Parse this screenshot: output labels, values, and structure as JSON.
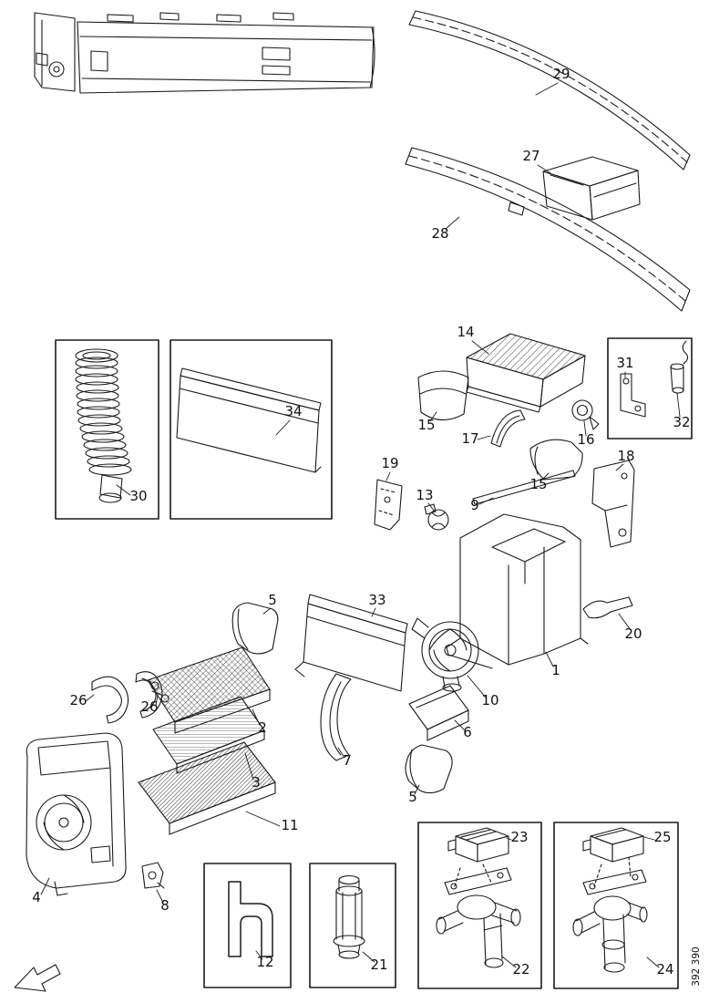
{
  "figure": {
    "ref_number": "392 390"
  },
  "callouts": {
    "c29": "29",
    "c27": "27",
    "c28": "28",
    "c14": "14",
    "c31": "31",
    "c32": "32",
    "c34": "34",
    "c30": "30",
    "c15a": "15",
    "c17": "17",
    "c16": "16",
    "c18": "18",
    "c19": "19",
    "c13": "13",
    "c15b": "15",
    "c9": "9",
    "c5a": "5",
    "c33": "33",
    "c20": "20",
    "c1": "1",
    "c10": "10",
    "c26a": "26",
    "c26b": "26",
    "c2": "2",
    "c6": "6",
    "c7": "7",
    "c3": "3",
    "c5b": "5",
    "c11": "11",
    "c4": "4",
    "c8": "8",
    "c12": "12",
    "c21": "21",
    "c23": "23",
    "c22": "22",
    "c25": "25",
    "c24": "24"
  }
}
